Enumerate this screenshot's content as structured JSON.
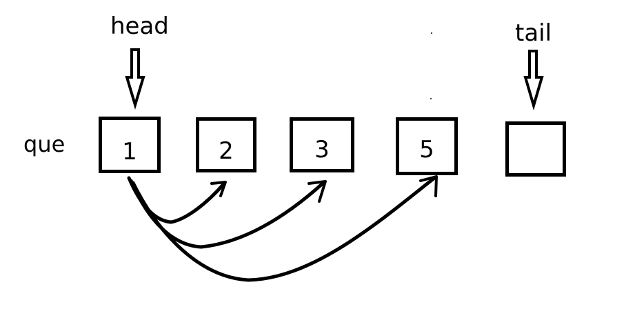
{
  "labels": {
    "head": "head",
    "tail": "tail",
    "que": "que"
  },
  "queue": {
    "cells": [
      "1",
      "2",
      "3",
      "5",
      ""
    ]
  }
}
